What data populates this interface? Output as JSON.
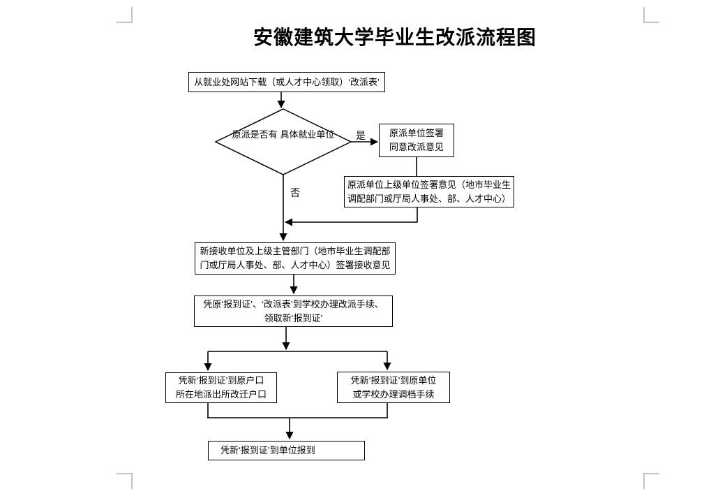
{
  "title": "安徽建筑大学毕业生改派流程图",
  "flowchart": {
    "download": {
      "text": "从就业处网站下载（或人才中心领取）‘改派表’"
    },
    "decision": {
      "line1": "原派是否有",
      "line2": "具体就业单位"
    },
    "yes_label": "是",
    "no_label": "否",
    "agree": {
      "line1": "原派单位签署",
      "line2": "同意改派意见"
    },
    "superior": {
      "line1": "原派单位上级单位签署意见（地市毕业生",
      "line2": "调配部门或厅局人事处、部、人才中心）"
    },
    "receive": {
      "line1": "新接收单位及上级主管部门（地市毕业生调配部",
      "line2": "门或厅局人事处、部、人才中心）签署接收意见"
    },
    "procedure": {
      "line1": "凭原‘报到证’、‘改派表’到学校办理改派手续、",
      "line2": "领取新‘报到证’"
    },
    "hukou": {
      "line1": "凭新‘报到证’到原户口",
      "line2": "所在地派出所改迁户口"
    },
    "archive": {
      "line1": "凭新‘报到证’到原单位",
      "line2": "或学校办理调档手续"
    },
    "report": {
      "text": "凭新‘报到证’到单位报到"
    }
  },
  "colors": {
    "line": "#000000",
    "crop_mark": "#c4c4c4",
    "background": "#ffffff",
    "text": "#000000"
  }
}
